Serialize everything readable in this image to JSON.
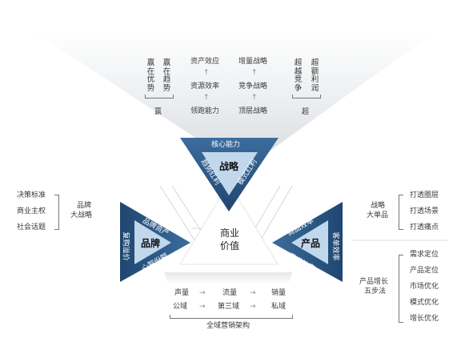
{
  "top": {
    "col1": [
      "赢在优势",
      "赢在趋势"
    ],
    "col1_label": "赢",
    "col2": [
      "资产效应",
      "资源效率",
      "领跑能力"
    ],
    "col3": [
      "增量战略",
      "竞争战略",
      "顶层战略"
    ],
    "col4": [
      "超越竞争",
      "超额利润"
    ],
    "col4_label": "超"
  },
  "strategy": {
    "title": "战略",
    "edge_top": "核心能力",
    "edge_left": "趋势红利",
    "edge_right": "模式红利"
  },
  "brand": {
    "title": "品牌",
    "edge_top": "品牌资产",
    "edge_left": "复购溢价",
    "edge_bottom": "心智份额"
  },
  "product": {
    "title": "产品",
    "edge_top": "商品效率",
    "edge_right": "客单效率",
    "edge_bottom": "渠道效率"
  },
  "center": {
    "line1": "商业",
    "line2": "价值"
  },
  "left": {
    "items": [
      "决策标准",
      "商业主权",
      "社会话题"
    ],
    "label_line1": "品牌",
    "label_line2": "大战略"
  },
  "right_top": {
    "label_line1": "战略",
    "label_line2": "大单品",
    "items": [
      "打透圈层",
      "打透场景",
      "打透痛点"
    ]
  },
  "right_bottom": {
    "label_line1": "产品增长",
    "label_line2": "五步法",
    "items": [
      "需求定位",
      "产品定位",
      "市场优化",
      "模式优化",
      "增长优化"
    ]
  },
  "bottom": {
    "row1": [
      "声量",
      "流量",
      "销量"
    ],
    "row2": [
      "公域",
      "第三域",
      "私域"
    ],
    "arrow": "→",
    "caption": "全域营销架构"
  },
  "up_arrow": "↑",
  "colors": {
    "triangle_dark": "#2e5a88",
    "triangle_light": "#b9d3ea",
    "bracket": "#777777"
  }
}
